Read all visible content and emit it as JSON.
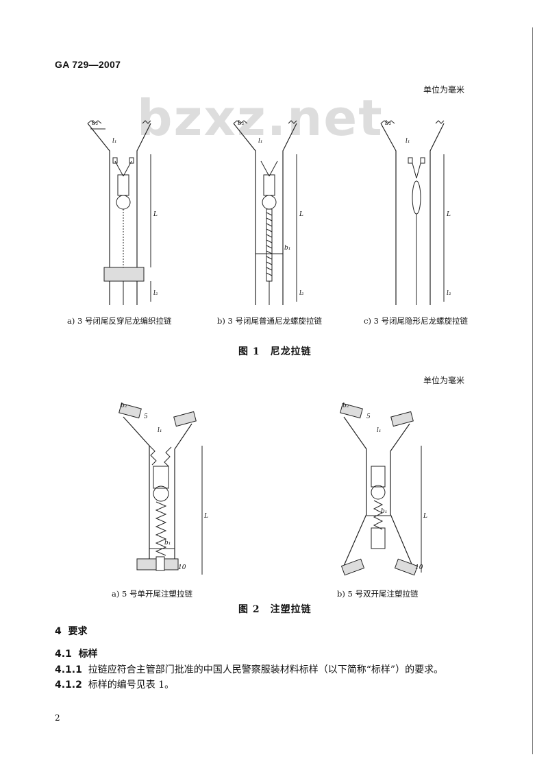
{
  "header": {
    "code": "GA 729—2007"
  },
  "watermark": "bzxz.net",
  "figure1": {
    "unit": "单位为毫米",
    "captions": [
      "a) 3 号闭尾反穿尼龙编织拉链",
      "b) 3 号闭尾普通尼龙螺旋拉链",
      "c) 3 号闭尾隐形尼龙螺旋拉链"
    ],
    "title": "图 1　尼龙拉链",
    "dim_labels": {
      "b2": "b₂",
      "l1": "l₁",
      "L": "L",
      "b1": "b₁",
      "l2": "l₂"
    }
  },
  "figure2": {
    "unit": "单位为毫米",
    "captions": [
      "a) 5 号单开尾注塑拉链",
      "b) 5 号双开尾注塑拉链"
    ],
    "title": "图 2　注塑拉链",
    "dim_labels": {
      "b2": "b₂",
      "five": "5",
      "l1": "l₁",
      "L": "L",
      "b1": "b₁",
      "ten": "10"
    }
  },
  "section": {
    "heading_num": "4",
    "heading": "要求",
    "sub_num": "4.1",
    "sub": "标样",
    "items": [
      {
        "num": "4.1.1",
        "text": "拉链应符合主管部门批准的中国人民警察服装材料标样（以下简称“标样”）的要求。"
      },
      {
        "num": "4.1.2",
        "text": "标样的编号见表 1。"
      }
    ]
  },
  "page_number": "2"
}
